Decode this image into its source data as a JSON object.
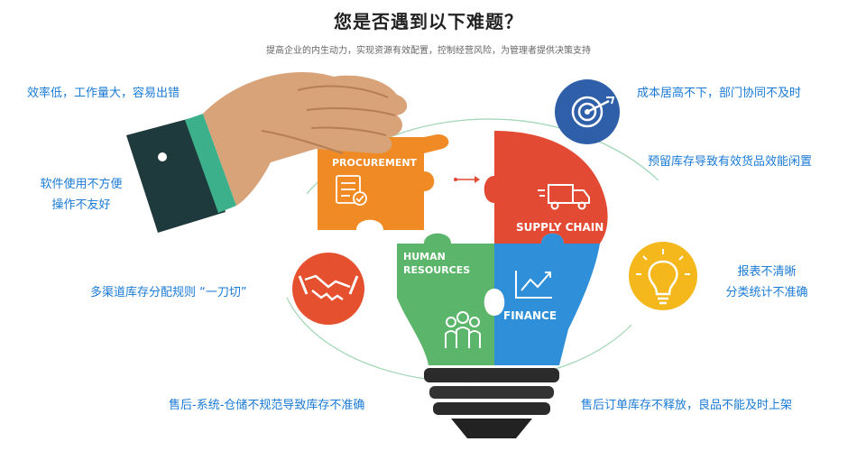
{
  "header": {
    "title": "您是否遇到以下难题？",
    "subtitle": "提高企业的内生动力，实现资源有效配置，控制经营风险，为管理者提供决策支持"
  },
  "issues": {
    "left_1": "效率低，工作量大，容易出错",
    "left_2_line1": "软件使用不方便",
    "left_2_line2": "操作不友好",
    "left_3": "多渠道库存分配规则 “一刀切”",
    "bottom_left": "售后-系统-仓储不规范导致库存不准确",
    "right_1": "成本居高不下，部门协同不及时",
    "right_2": "预留库存导致有效货品效能闲置",
    "right_3_line1": "报表不清晰",
    "right_3_line2": "分类统计不准确",
    "bottom_right": "售后订单库存不释放，良品不能及时上架"
  },
  "puzzle": {
    "procurement": "PROCUREMENT",
    "supply_chain": "SUPPLY CHAIN",
    "human_resources_line1": "HUMAN",
    "human_resources_line2": "RESOURCES",
    "finance": "FINANCE"
  },
  "colors": {
    "procurement": "#f08a24",
    "supply_chain": "#e24a33",
    "human_resources": "#5bb56a",
    "finance": "#2f8fd8",
    "target_circle": "#2e5fa8",
    "handshake_circle": "#e5512f",
    "bulb_circle": "#f5b81c",
    "issue_text": "#1a7ad6",
    "bulb_base": "#2b2b2b",
    "sleeve": "#1f3a3c",
    "cuff": "#3cb08a",
    "skin": "#d9a37a"
  }
}
